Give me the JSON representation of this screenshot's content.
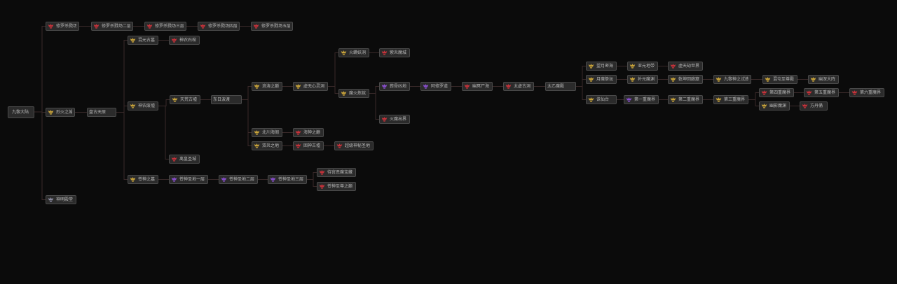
{
  "diagram": {
    "colors": {
      "background": "#0b0b0b",
      "node_bg": "#2b2b2b",
      "node_border": "#4a4a4a",
      "text": "#b8b8b8",
      "line": "#3a2a2a",
      "gold": "#c9a43a",
      "red": "#c8323a",
      "purple": "#8a4fd0",
      "gray": "#8a8aa0"
    },
    "nodes": [
      {
        "id": "n0",
        "label": "九黎大陆",
        "icon": "none"
      },
      {
        "id": "n1",
        "label": "修罗杀戮场",
        "icon": "red"
      },
      {
        "id": "n2",
        "label": "修罗杀戮场二层",
        "icon": "red"
      },
      {
        "id": "n3",
        "label": "修罗杀戮场三层",
        "icon": "red"
      },
      {
        "id": "n4",
        "label": "修罗杀戮场四层",
        "icon": "red"
      },
      {
        "id": "n5",
        "label": "修罗杀戮场五层",
        "icon": "red"
      },
      {
        "id": "n6",
        "label": "烈火之城",
        "icon": "gold"
      },
      {
        "id": "n7",
        "label": "盘古天原",
        "icon": "none"
      },
      {
        "id": "n8",
        "label": "神明殿堂",
        "icon": "gray"
      },
      {
        "id": "n9",
        "label": "混元古墓",
        "icon": "gold"
      },
      {
        "id": "n10",
        "label": "神农石棺",
        "icon": "red"
      },
      {
        "id": "n11",
        "label": "神农废墟",
        "icon": "gold"
      },
      {
        "id": "n12",
        "label": "离皇圣城",
        "icon": "red"
      },
      {
        "id": "n13",
        "label": "苍神之墓",
        "icon": "gold"
      },
      {
        "id": "n14",
        "label": "苍神圣地一层",
        "icon": "purple"
      },
      {
        "id": "n15",
        "label": "苍神圣地二层",
        "icon": "purple"
      },
      {
        "id": "n16",
        "label": "苍神圣地三层",
        "icon": "purple"
      },
      {
        "id": "n17",
        "label": "待宫恶魔宝藏",
        "icon": "red"
      },
      {
        "id": "n18",
        "label": "苍神至尊之巅",
        "icon": "red"
      },
      {
        "id": "n19",
        "label": "天荒古墟",
        "icon": "gold"
      },
      {
        "id": "n20",
        "label": "东日波渡",
        "icon": "none"
      },
      {
        "id": "n21",
        "label": "浪涛之巅",
        "icon": "gold"
      },
      {
        "id": "n22",
        "label": "虚无心灵洞",
        "icon": "gold"
      },
      {
        "id": "n23",
        "label": "火蟒妖洞",
        "icon": "gold"
      },
      {
        "id": "n24",
        "label": "紫炎魔城",
        "icon": "red"
      },
      {
        "id": "n25",
        "label": "魔火炼狱",
        "icon": "gold"
      },
      {
        "id": "n26",
        "label": "葬骨凶地",
        "icon": "purple"
      },
      {
        "id": "n27",
        "label": "阿修罗道",
        "icon": "purple"
      },
      {
        "id": "n28",
        "label": "幽冥尸海",
        "icon": "red"
      },
      {
        "id": "n29",
        "label": "太虚古洞",
        "icon": "red"
      },
      {
        "id": "n30",
        "label": "太乙魔殿",
        "icon": "none"
      },
      {
        "id": "n31",
        "label": "火魔出界",
        "icon": "red"
      },
      {
        "id": "n32",
        "label": "北川海阁",
        "icon": "gold"
      },
      {
        "id": "n33",
        "label": "海神之巅",
        "icon": "red"
      },
      {
        "id": "n34",
        "label": "双炎之地",
        "icon": "gold"
      },
      {
        "id": "n35",
        "label": "困神古墟",
        "icon": "red"
      },
      {
        "id": "n36",
        "label": "超级神秘圣地",
        "icon": "red"
      },
      {
        "id": "n37",
        "label": "望月密海",
        "icon": "gold"
      },
      {
        "id": "n38",
        "label": "亚元地带",
        "icon": "gold"
      },
      {
        "id": "n39",
        "label": "虚天劫世界",
        "icon": "red"
      },
      {
        "id": "n40",
        "label": "月魔祭坛",
        "icon": "gold"
      },
      {
        "id": "n41",
        "label": "补元魔渊",
        "icon": "gold"
      },
      {
        "id": "n42",
        "label": "乾坤回廊窟",
        "icon": "gold"
      },
      {
        "id": "n43",
        "label": "九黎神之试炼",
        "icon": "gold"
      },
      {
        "id": "n44",
        "label": "混屯至尊殿",
        "icon": "gold"
      },
      {
        "id": "n45",
        "label": "幽深大阵",
        "icon": "gold"
      },
      {
        "id": "n46",
        "label": "诛仙台",
        "icon": "gold"
      },
      {
        "id": "n47",
        "label": "第一重魔界",
        "icon": "purple"
      },
      {
        "id": "n48",
        "label": "第二重魔界",
        "icon": "gold"
      },
      {
        "id": "n49",
        "label": "第三重魔界",
        "icon": "gold"
      },
      {
        "id": "n50",
        "label": "第四重魔界",
        "icon": "red"
      },
      {
        "id": "n51",
        "label": "第五重魔界",
        "icon": "red"
      },
      {
        "id": "n52",
        "label": "第六重魔界",
        "icon": "red"
      },
      {
        "id": "n53",
        "label": "幽影魔渊",
        "icon": "gold"
      },
      {
        "id": "n54",
        "label": "方丹俑",
        "icon": "red"
      }
    ],
    "edges": [
      [
        "n0",
        "n1"
      ],
      [
        "n0",
        "n6"
      ],
      [
        "n0",
        "n8"
      ],
      [
        "n1",
        "n2"
      ],
      [
        "n2",
        "n3"
      ],
      [
        "n3",
        "n4"
      ],
      [
        "n4",
        "n5"
      ],
      [
        "n6",
        "n7"
      ],
      [
        "n7",
        "n9"
      ],
      [
        "n7",
        "n11"
      ],
      [
        "n7",
        "n13"
      ],
      [
        "n9",
        "n10"
      ],
      [
        "n11",
        "n19"
      ],
      [
        "n11",
        "n12"
      ],
      [
        "n19",
        "n20"
      ],
      [
        "n20",
        "n21"
      ],
      [
        "n20",
        "n32"
      ],
      [
        "n20",
        "n34"
      ],
      [
        "n21",
        "n22"
      ],
      [
        "n22",
        "n23"
      ],
      [
        "n22",
        "n25"
      ],
      [
        "n23",
        "n24"
      ],
      [
        "n25",
        "n26"
      ],
      [
        "n25",
        "n31"
      ],
      [
        "n26",
        "n27"
      ],
      [
        "n27",
        "n28"
      ],
      [
        "n28",
        "n29"
      ],
      [
        "n29",
        "n30"
      ],
      [
        "n30",
        "n37"
      ],
      [
        "n30",
        "n40"
      ],
      [
        "n30",
        "n46"
      ],
      [
        "n37",
        "n38"
      ],
      [
        "n38",
        "n39"
      ],
      [
        "n40",
        "n41"
      ],
      [
        "n41",
        "n42"
      ],
      [
        "n42",
        "n43"
      ],
      [
        "n43",
        "n44"
      ],
      [
        "n44",
        "n45"
      ],
      [
        "n46",
        "n47"
      ],
      [
        "n47",
        "n48"
      ],
      [
        "n48",
        "n49"
      ],
      [
        "n49",
        "n50"
      ],
      [
        "n49",
        "n53"
      ],
      [
        "n50",
        "n51"
      ],
      [
        "n51",
        "n52"
      ],
      [
        "n53",
        "n54"
      ],
      [
        "n32",
        "n33"
      ],
      [
        "n34",
        "n35"
      ],
      [
        "n35",
        "n36"
      ],
      [
        "n13",
        "n14"
      ],
      [
        "n14",
        "n15"
      ],
      [
        "n15",
        "n16"
      ],
      [
        "n16",
        "n17"
      ],
      [
        "n16",
        "n18"
      ]
    ]
  }
}
